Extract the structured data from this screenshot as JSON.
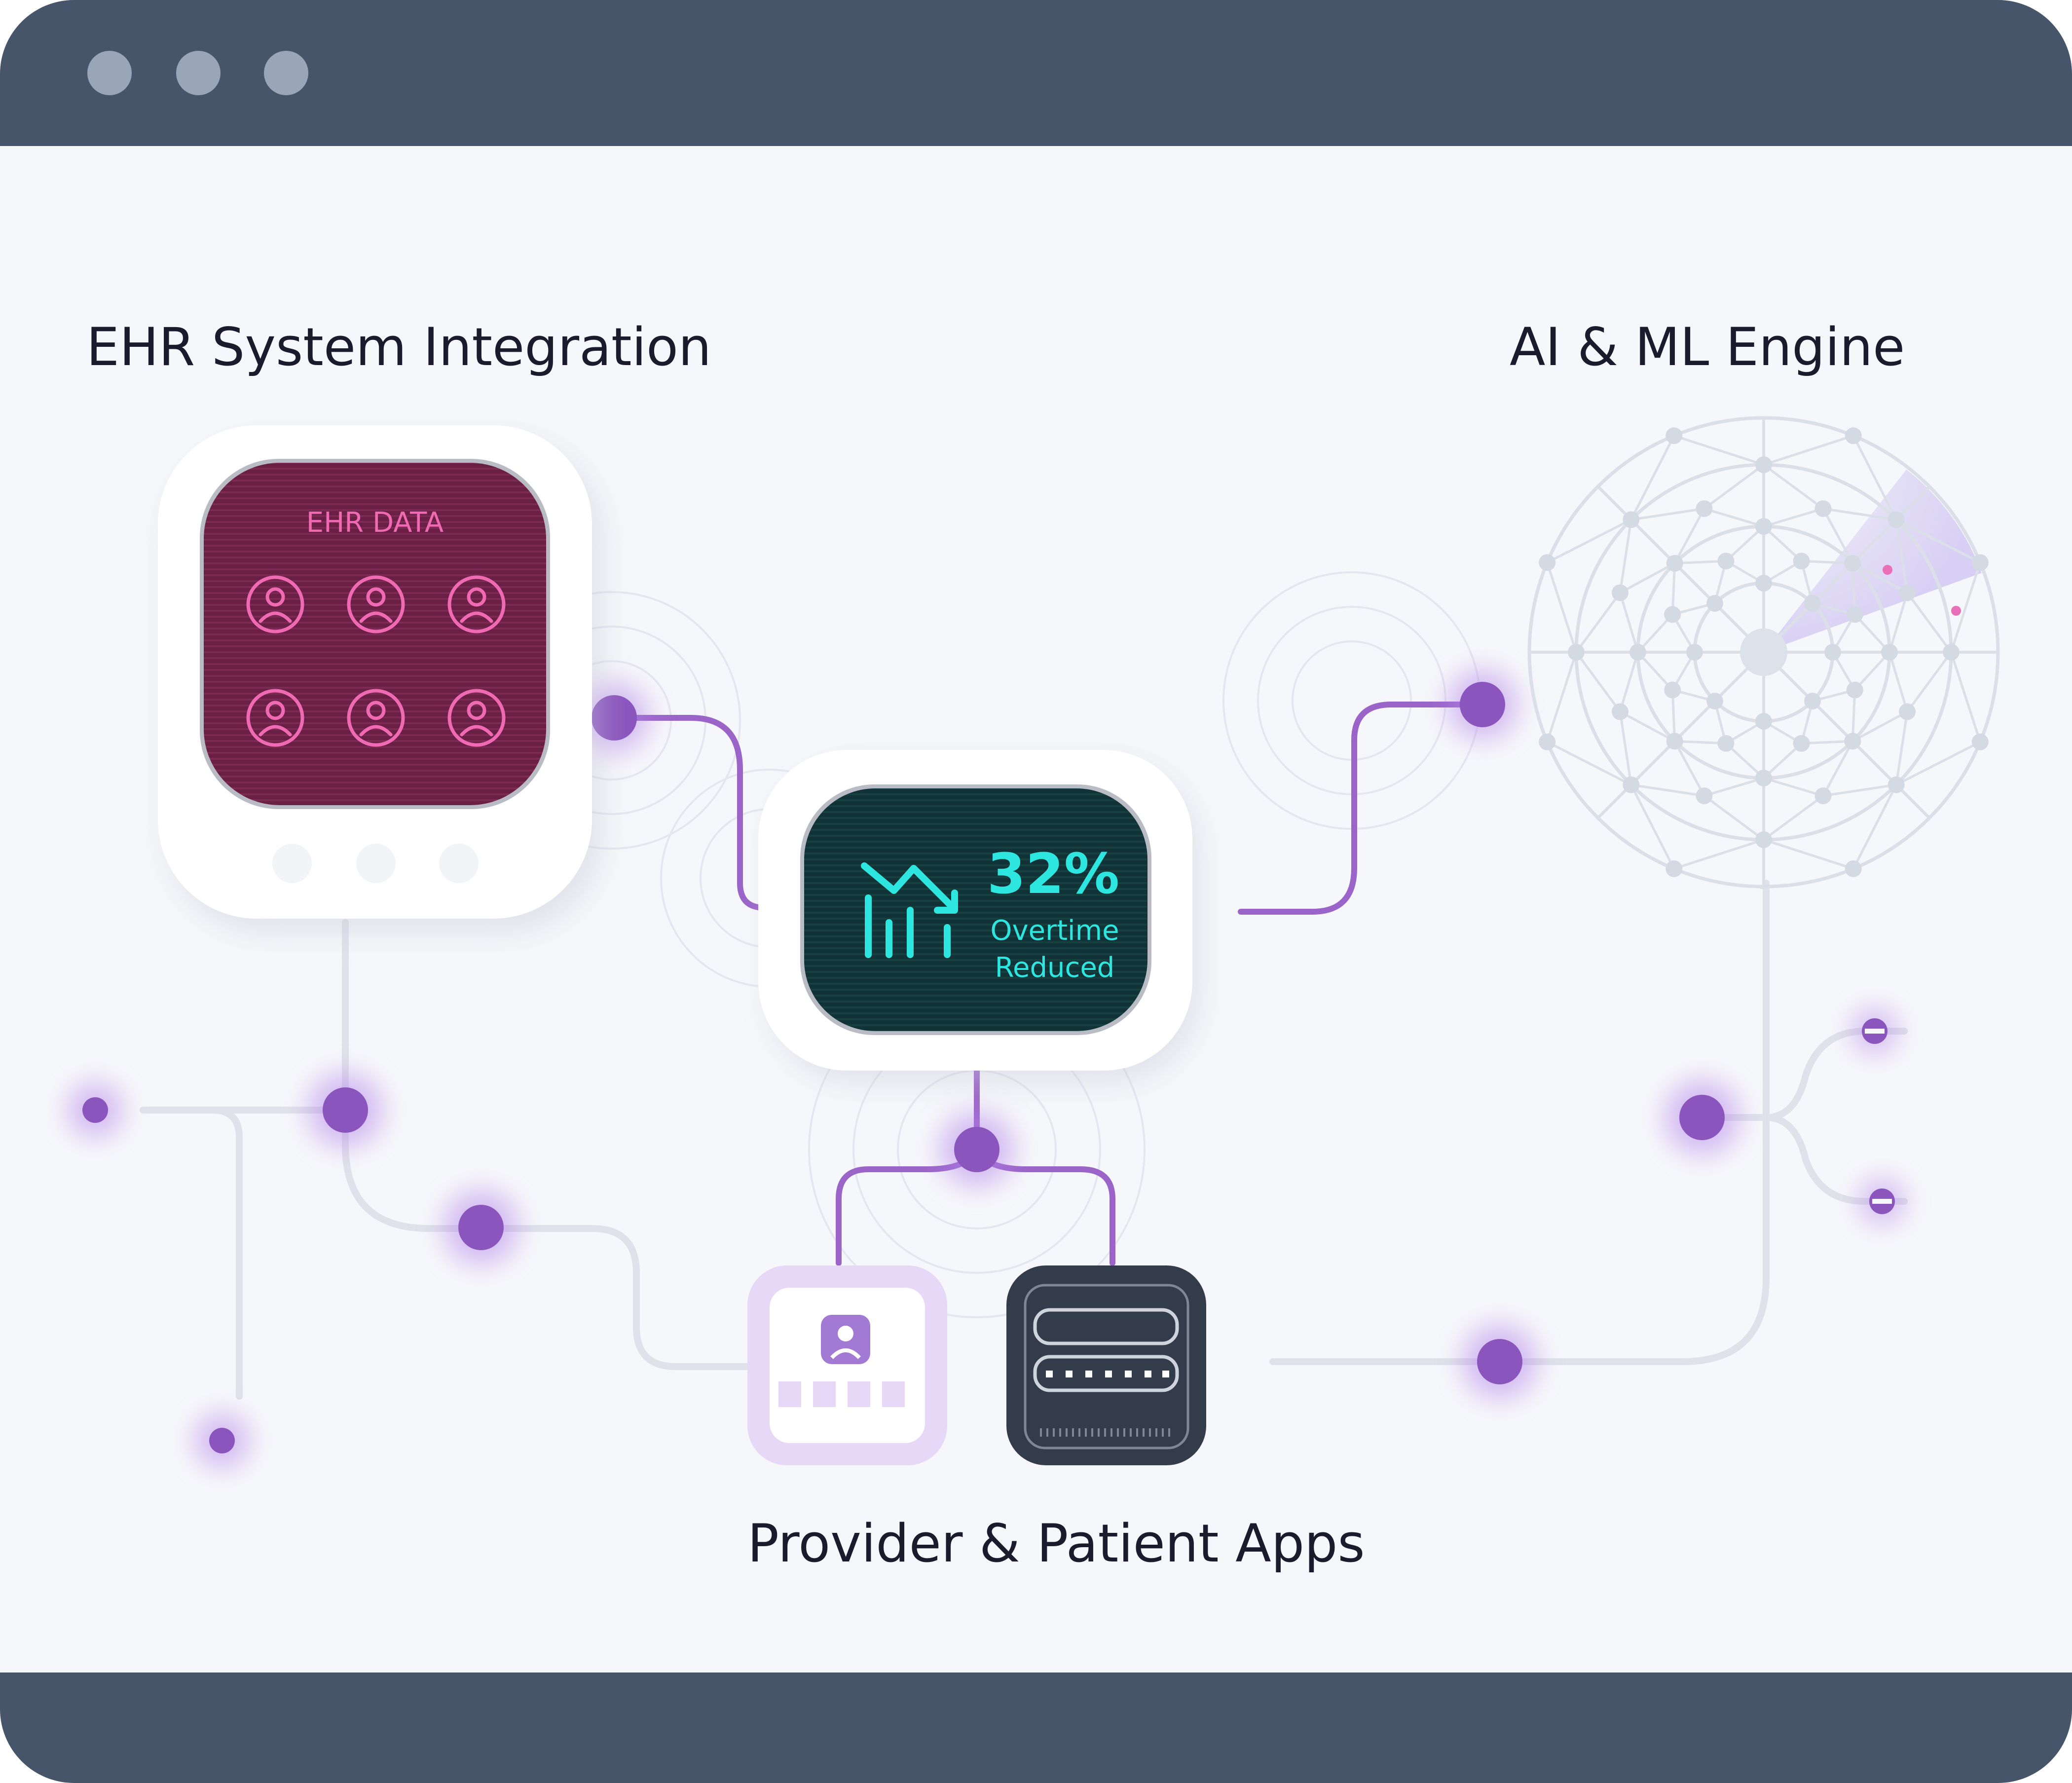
{
  "window": {
    "frame_color": "#465569",
    "canvas_color": "#f6f7fa",
    "dots": [
      "close-dot",
      "minimize-dot",
      "maximize-dot"
    ]
  },
  "labels": {
    "ehr_title": "EHR System Integration",
    "ai_title": "AI & ML Engine",
    "apps_title": "Provider & Patient Apps"
  },
  "ehr_screen": {
    "heading": "EHR DATA",
    "patient_icon_count": 6,
    "accent_color": "#f06ab3"
  },
  "metric_screen": {
    "value": "32%",
    "line1": "Overtime",
    "line2": "Reduced",
    "accent_color": "#2ee6e0"
  },
  "colors": {
    "connector": "#9a64c8",
    "node": "#8a55bd",
    "circuit": "#dfe2ea",
    "radar": "#dbe0e8"
  },
  "icons": {
    "patient_app": "patient-app-icon",
    "server_app": "server-app-icon",
    "chart": "declining-chart-icon"
  }
}
